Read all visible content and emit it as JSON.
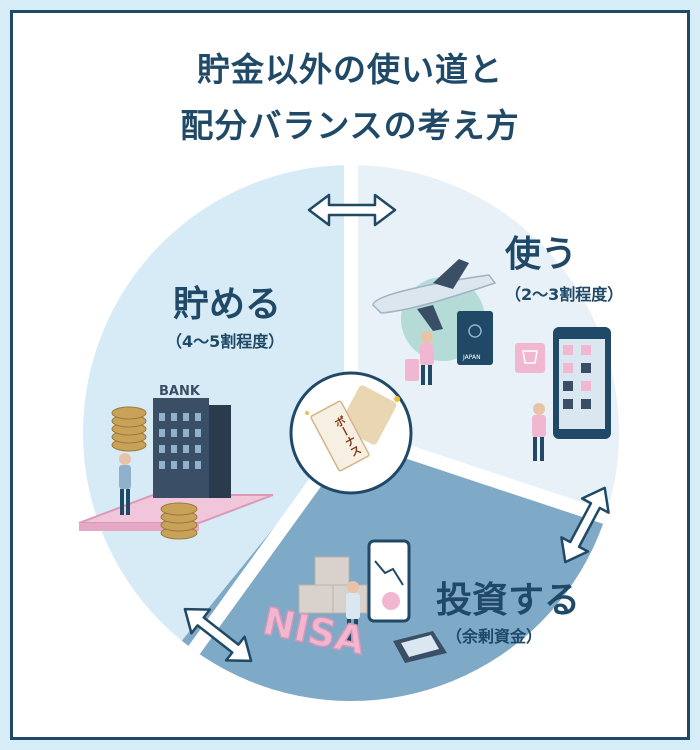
{
  "title": {
    "line1": "貯金以外の使い道と",
    "line2": "配分バランスの考え方"
  },
  "segments": {
    "save": {
      "label": "貯める",
      "sub": "（4〜5割程度）",
      "color": "#d7ebf7"
    },
    "use": {
      "label": "使う",
      "sub": "（2〜3割程度）",
      "color": "#e7f1f7"
    },
    "invest": {
      "label": "投資する",
      "sub": "（余剰資金）",
      "color": "#7ea9c7"
    }
  },
  "center": {
    "envelope_text": "ボーナス"
  },
  "illustrations": {
    "bank_sign": "BANK",
    "nisa_sign": "NISA",
    "passport_text": "JAPAN"
  },
  "colors": {
    "navy": "#1f4966",
    "pink": "#f2b7d0",
    "gold": "#c9a25a"
  }
}
